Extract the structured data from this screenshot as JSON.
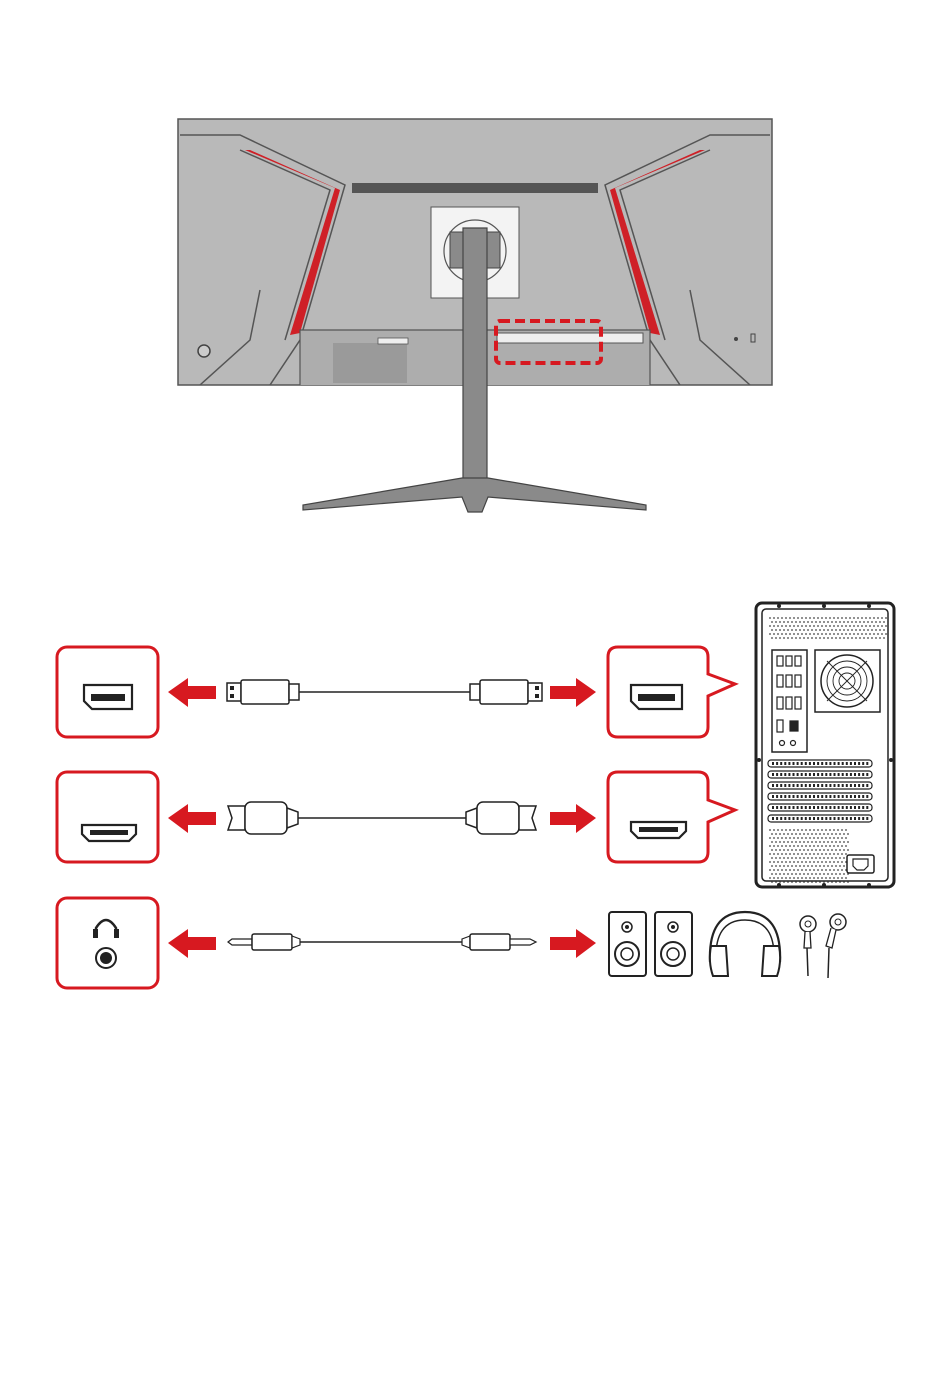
{
  "colors": {
    "accent_red": "#d71920",
    "monitor_body": "#b8b8b8",
    "monitor_dark": "#7a7a7a",
    "stand": "#8a8a8a",
    "outline": "#333333",
    "background": "#ffffff"
  },
  "monitor": {
    "highlight": "io-port-panel-highlight"
  },
  "connections": [
    {
      "id": "displayport",
      "monitor_port_icon": "displayport-icon",
      "cable_icon": "displayport-cable-icon",
      "device_icon": "displayport-icon"
    },
    {
      "id": "hdmi",
      "monitor_port_icon": "hdmi-icon",
      "cable_icon": "hdmi-cable-icon",
      "device_icon": "hdmi-icon"
    },
    {
      "id": "audio",
      "monitor_port_icon": "headphone-jack-icon",
      "cable_icon": "audio-cable-icon",
      "device_icon": "audio-devices-icon"
    }
  ],
  "devices": [
    "computer-tower-icon",
    "speaker-icon",
    "speaker-icon",
    "headphones-icon",
    "earphones-icon"
  ]
}
